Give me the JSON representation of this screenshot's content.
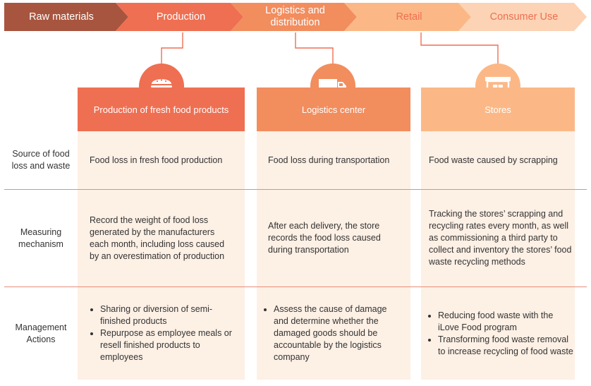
{
  "stages": [
    {
      "label": "Raw materials",
      "fill": "#a8553f",
      "text_color": "#ffffff"
    },
    {
      "label": "Production",
      "fill": "#ef6f52",
      "text_color": "#ffffff"
    },
    {
      "label": "Logistics and\ndistribution",
      "fill": "#f28d5e",
      "text_color": "#ffffff"
    },
    {
      "label": "Retail",
      "fill": "#fbb886",
      "text_color": "#ef6f52"
    },
    {
      "label": "Consumer Use",
      "fill": "#fcd3b4",
      "text_color": "#ef6f52"
    }
  ],
  "columns": [
    {
      "title": "Production of fresh food products",
      "icon": "burger-icon",
      "header_color": "#ef6f52"
    },
    {
      "title": "Logistics center",
      "icon": "truck-icon",
      "header_color": "#f28d5e"
    },
    {
      "title": "Stores",
      "icon": "store-icon",
      "header_color": "#fbb886"
    }
  ],
  "colors": {
    "cell_bg": "#fdf0e5",
    "divider": "#e78c7a",
    "connector": "#ef6f52"
  },
  "rows": [
    {
      "label": "Source of food loss and waste",
      "cells": [
        {
          "text": "Food loss in fresh food production"
        },
        {
          "text": "Food loss during transportation"
        },
        {
          "text": "Food waste caused by scrapping"
        }
      ]
    },
    {
      "label": "Measuring mechanism",
      "cells": [
        {
          "text": "Record the weight of food loss generated by the manufacturers each month, including loss caused by an overestimation of production"
        },
        {
          "text": "After each delivery, the store records the food loss caused during transportation"
        },
        {
          "text": "Tracking the stores’ scrapping and recycling rates every month, as well as commissioning a third party to collect and inventory the stores’ food waste recycling methods"
        }
      ]
    },
    {
      "label": "Management Actions",
      "cells": [
        {
          "bullets": [
            "Sharing or diversion of semi-finished products",
            "Repurpose as employee meals or resell finished products to employees"
          ]
        },
        {
          "bullets": [
            "Assess the cause of damage and determine whether the damaged goods should be accountable by the logistics company"
          ]
        },
        {
          "bullets": [
            "Reducing food waste with the iLove Food program",
            "Transforming food waste removal to increase recycling of food waste"
          ]
        }
      ]
    }
  ]
}
